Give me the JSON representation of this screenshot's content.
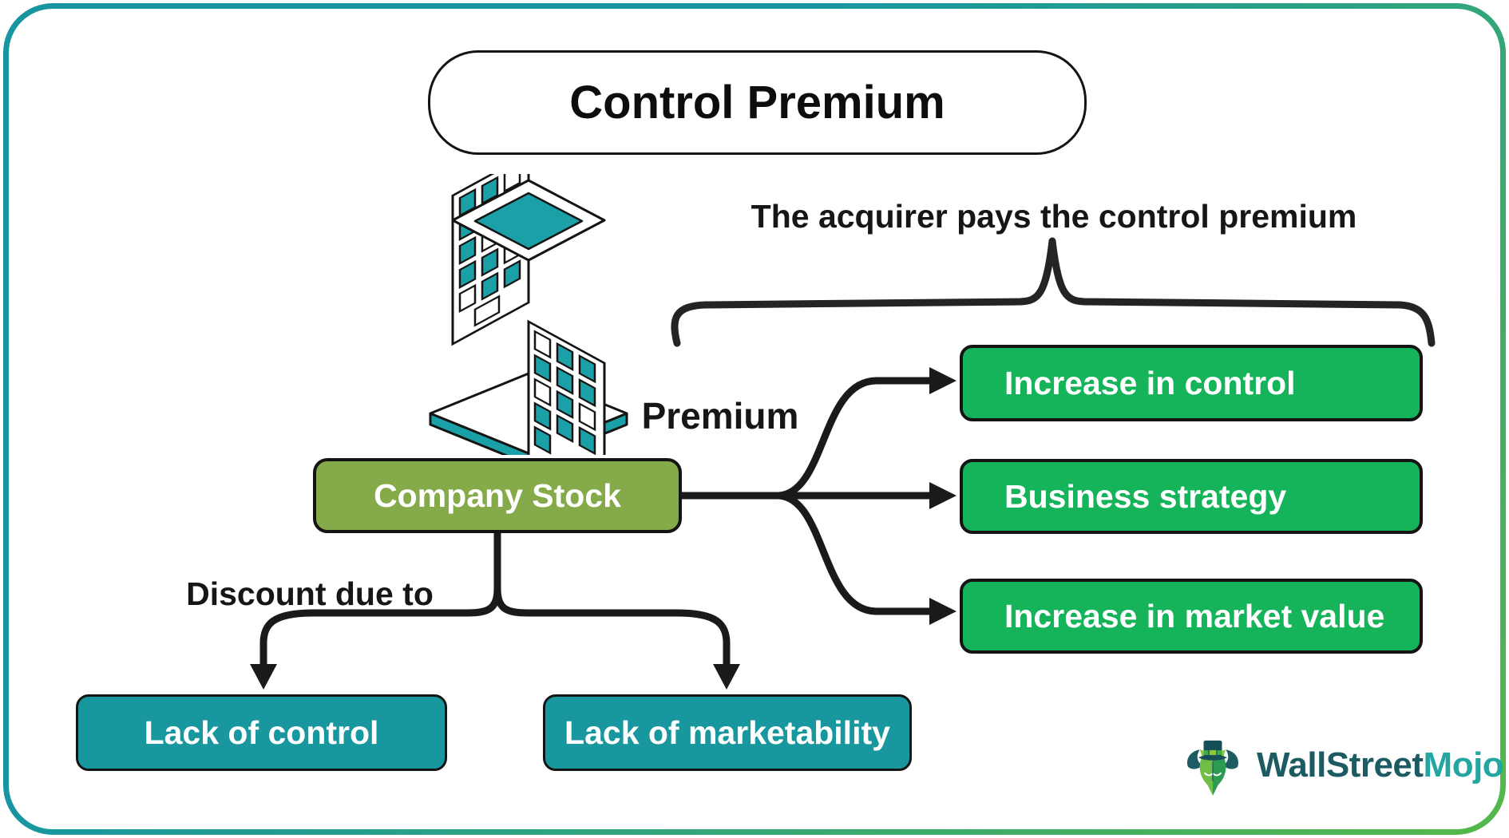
{
  "title": "Control Premium",
  "annotations": {
    "acquirer_note": "The acquirer pays the control premium",
    "premium_label": "Premium",
    "discount_label": "Discount due to"
  },
  "center_box": {
    "label": "Company Stock"
  },
  "premium_boxes": [
    {
      "label": "Increase in control"
    },
    {
      "label": "Business strategy"
    },
    {
      "label": "Increase in market value"
    }
  ],
  "discount_boxes": [
    {
      "label": "Lack of control"
    },
    {
      "label": "Lack of marketability"
    }
  ],
  "logo": {
    "part1": "WallStreet",
    "part2": "Mojo"
  },
  "colors": {
    "premium_green": "#16B45A",
    "company_olive": "#84AA49",
    "discount_teal": "#18989E",
    "frame_teal": "#1796A1",
    "frame_green": "#54B94A",
    "line_black": "#1a1a1a",
    "building_teal": "#1BA0A8",
    "logo_dark": "#1D5B63",
    "logo_teal": "#23A5A1"
  }
}
